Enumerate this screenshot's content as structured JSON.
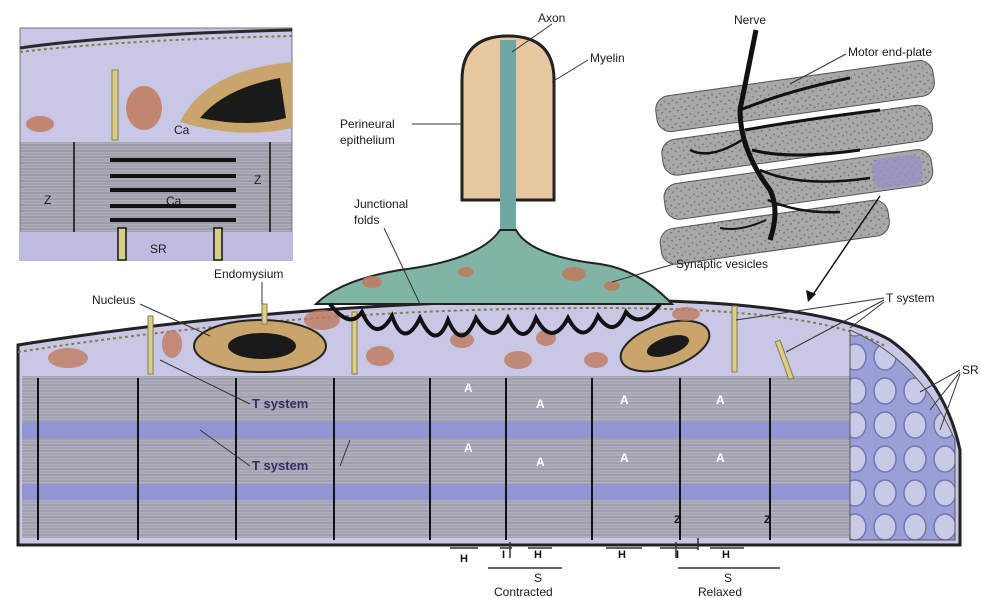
{
  "labels": {
    "axon": "Axon",
    "myelin": "Myelin",
    "perineural": [
      "Perineural",
      "epithelium"
    ],
    "junctional": [
      "Junctional",
      "folds"
    ],
    "synaptic_vesicles": "Synaptic vesicles",
    "nerve": "Nerve",
    "motor_end_plate": "Motor end-plate",
    "t_system_right": "T system",
    "sr_right": "SR",
    "endomysium": "Endomysium",
    "nucleus": "Nucleus",
    "t_system_1": "T system",
    "t_system_2": "T system",
    "inset_ca_top": "Ca",
    "inset_ca_mid": "Ca",
    "inset_z_left": "Z",
    "inset_z_right": "Z",
    "inset_sr": "SR",
    "band_a": "A",
    "band_h": "H",
    "band_i": "I",
    "band_z": "Z",
    "band_s": "S",
    "contracted": "Contracted",
    "relaxed": "Relaxed"
  },
  "colors": {
    "cytoplasm": "#c9c7e6",
    "sarcomere_band": "#8f93d6",
    "axon_core": "#6fa7a4",
    "myelin": "#e8c8a0",
    "junction": "#7fb4a6",
    "nucleus": "#c9a46b",
    "dark": "#1a1a1a",
    "mito": "#c07a5c"
  }
}
